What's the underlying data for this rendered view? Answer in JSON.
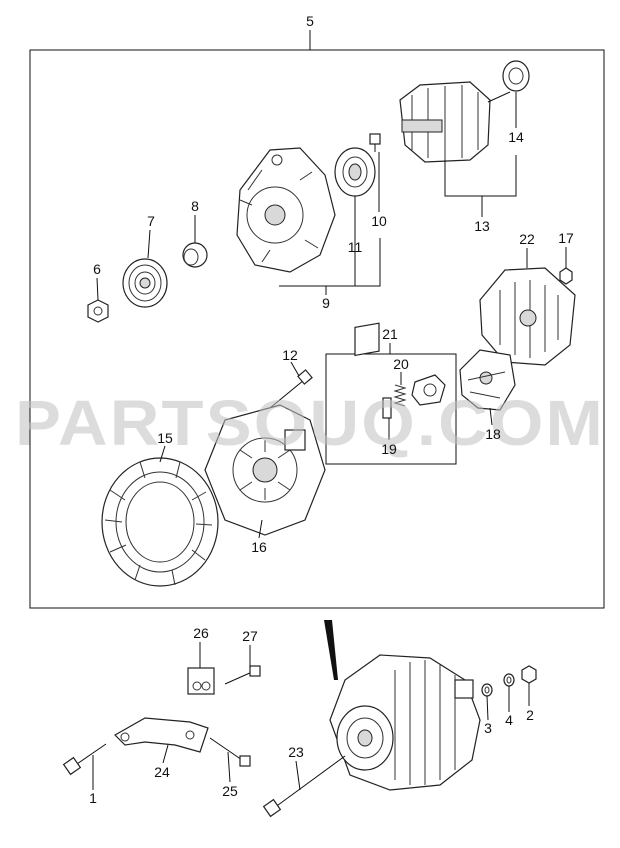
{
  "watermark": "PARTSOUQ.COM",
  "labels": {
    "l1": "1",
    "l2": "2",
    "l3": "3",
    "l4": "4",
    "l5": "5",
    "l6": "6",
    "l7": "7",
    "l8": "8",
    "l9": "9",
    "l10": "10",
    "l11": "11",
    "l12": "12",
    "l13": "13",
    "l14": "14",
    "l15": "15",
    "l16": "16",
    "l17": "17",
    "l18": "18",
    "l19": "19",
    "l20": "20",
    "l21": "21",
    "l22": "22",
    "l23": "23",
    "l24": "24",
    "l25": "25",
    "l26": "26",
    "l27": "27"
  }
}
